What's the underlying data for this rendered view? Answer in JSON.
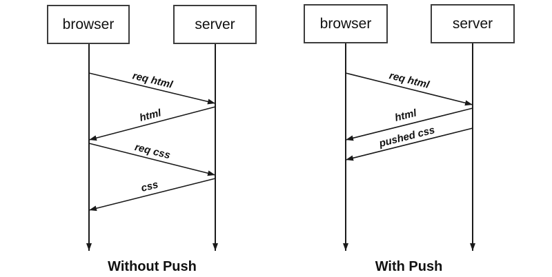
{
  "colors": {
    "line": "#1a1a1a",
    "box_border": "#3c3c3c",
    "text": "#111111",
    "background": "#ffffff"
  },
  "diagrams": [
    {
      "caption": "Without Push",
      "actors": [
        {
          "label": "browser"
        },
        {
          "label": "server"
        }
      ],
      "messages": [
        {
          "label": "req html",
          "from": "browser",
          "to": "server"
        },
        {
          "label": "html",
          "from": "server",
          "to": "browser"
        },
        {
          "label": "req css",
          "from": "browser",
          "to": "server"
        },
        {
          "label": "css",
          "from": "server",
          "to": "browser"
        }
      ]
    },
    {
      "caption": "With Push",
      "actors": [
        {
          "label": "browser"
        },
        {
          "label": "server"
        }
      ],
      "messages": [
        {
          "label": "req html",
          "from": "browser",
          "to": "server"
        },
        {
          "label": "html",
          "from": "server",
          "to": "browser"
        },
        {
          "label": "pushed css",
          "from": "server",
          "to": "browser"
        }
      ]
    }
  ]
}
